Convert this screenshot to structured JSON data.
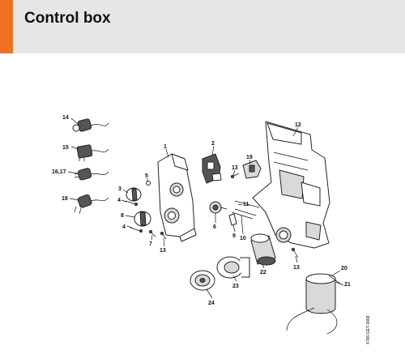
{
  "header": {
    "title": "Control box",
    "accent_color": "#f37021",
    "background_color": "#e6e6e6"
  },
  "diagram": {
    "labels": {
      "l1": "1",
      "l2": "2",
      "l3": "3",
      "l4a": "4",
      "l4b": "4",
      "l5": "5",
      "l6": "6",
      "l7": "7",
      "l8": "8",
      "l9": "9",
      "l10": "10",
      "l11": "11",
      "l12": "12",
      "l13a": "13",
      "l13b": "13",
      "l13c": "13",
      "l14": "14",
      "l15": "15",
      "l1617": "16,17",
      "l18": "18",
      "l19": "19",
      "l20": "20",
      "l21": "21",
      "l22": "22",
      "l23": "23",
      "l24": "24"
    },
    "drawing_code": "4786-GET-0068"
  }
}
